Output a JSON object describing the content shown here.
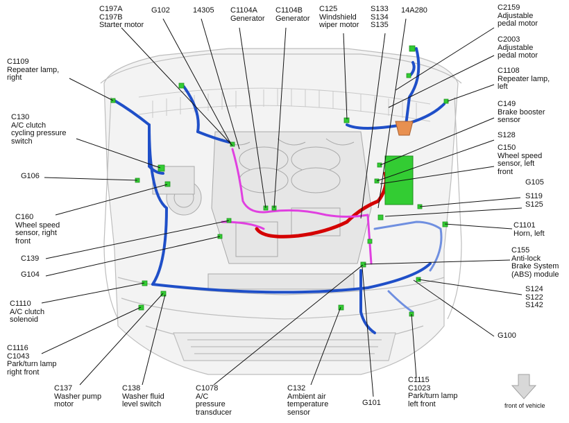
{
  "labels": [
    {
      "id": "c1109",
      "lines": [
        "C1109",
        "Repeater lamp,",
        "right"
      ]
    },
    {
      "id": "c197",
      "lines": [
        "C197A",
        "C197B",
        "Starter motor"
      ]
    },
    {
      "id": "g102",
      "lines": [
        "G102"
      ]
    },
    {
      "id": "14305",
      "lines": [
        "14305"
      ]
    },
    {
      "id": "c1104a",
      "lines": [
        "C1104A",
        "Generator"
      ]
    },
    {
      "id": "c1104b",
      "lines": [
        "C1104B",
        "Generator"
      ]
    },
    {
      "id": "c125",
      "lines": [
        "C125",
        "Windshield",
        "wiper motor"
      ]
    },
    {
      "id": "s133",
      "lines": [
        "S133",
        "S134",
        "S135"
      ]
    },
    {
      "id": "14a280",
      "lines": [
        "14A280"
      ]
    },
    {
      "id": "c2159",
      "lines": [
        "C2159",
        "Adjustable",
        "pedal motor"
      ]
    },
    {
      "id": "c2003",
      "lines": [
        "C2003",
        "Adjustable",
        "pedal motor"
      ]
    },
    {
      "id": "c1108",
      "lines": [
        "C1108",
        "Repeater lamp,",
        "left"
      ]
    },
    {
      "id": "c130",
      "lines": [
        "C130",
        "A/C clutch",
        "cycling pressure",
        "switch"
      ]
    },
    {
      "id": "c149",
      "lines": [
        "C149",
        "Brake booster",
        "sensor"
      ]
    },
    {
      "id": "s128",
      "lines": [
        "S128"
      ]
    },
    {
      "id": "c150",
      "lines": [
        "C150",
        "Wheel speed",
        "sensor, left",
        "front"
      ]
    },
    {
      "id": "g106",
      "lines": [
        "G106"
      ]
    },
    {
      "id": "g105",
      "lines": [
        "G105"
      ]
    },
    {
      "id": "s119",
      "lines": [
        "S119",
        "S125"
      ]
    },
    {
      "id": "c160",
      "lines": [
        "C160",
        "Wheel speed",
        "sensor, right",
        "front"
      ]
    },
    {
      "id": "c1101",
      "lines": [
        "C1101",
        "Horn, left"
      ]
    },
    {
      "id": "c139",
      "lines": [
        "C139"
      ]
    },
    {
      "id": "c155",
      "lines": [
        "C155",
        "Anti-lock",
        "Brake System",
        "(ABS) module"
      ]
    },
    {
      "id": "g104",
      "lines": [
        "G104"
      ]
    },
    {
      "id": "s124",
      "lines": [
        "S124",
        "S122",
        "S142"
      ]
    },
    {
      "id": "c1110",
      "lines": [
        "C1110",
        "A/C clutch",
        "solenoid"
      ]
    },
    {
      "id": "g100",
      "lines": [
        "G100"
      ]
    },
    {
      "id": "c1116",
      "lines": [
        "C1116",
        "C1043",
        "Park/turn lamp",
        "right front"
      ]
    },
    {
      "id": "c137",
      "lines": [
        "C137",
        "Washer pump",
        "motor"
      ]
    },
    {
      "id": "c138",
      "lines": [
        "C138",
        "Washer fluid",
        "level switch"
      ]
    },
    {
      "id": "c1078",
      "lines": [
        "C1078",
        "A/C",
        "pressure",
        "transducer"
      ]
    },
    {
      "id": "c132",
      "lines": [
        "C132",
        "Ambient air",
        "temperature",
        "sensor"
      ]
    },
    {
      "id": "g101",
      "lines": [
        "G101"
      ]
    },
    {
      "id": "c1115",
      "lines": [
        "C1115",
        "C1023",
        "Park/turn lamp",
        "left front"
      ]
    }
  ],
  "front_of_vehicle": "front of vehicle",
  "colors": {
    "harness_blue": "#1f4fc8",
    "harness_lightblue": "#6f8fe0",
    "harness_red": "#d40000",
    "harness_magenta": "#e040e0",
    "connector_green": "#33cc33",
    "outline_gray": "#b8b8b8",
    "body_fill": "#f2f2f2"
  }
}
